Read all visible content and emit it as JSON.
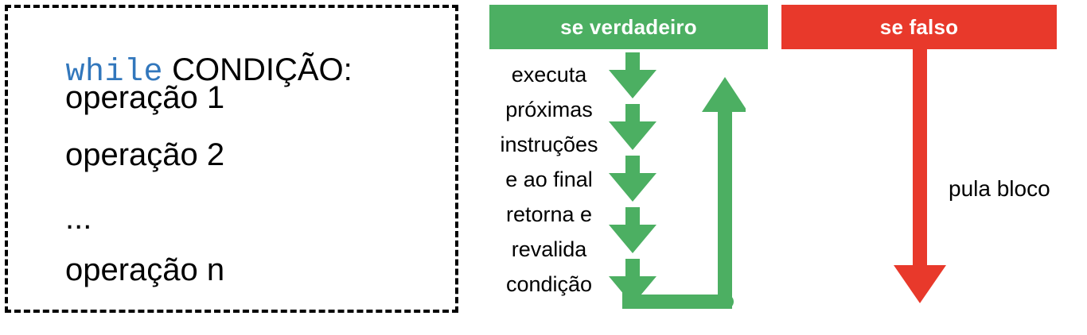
{
  "code_block": {
    "keyword": "while",
    "condition": " CONDIÇÃO:",
    "lines": [
      "operação 1",
      "operação 2",
      "...",
      "operação n"
    ],
    "keyword_color": "#3277BC",
    "border_style": "dashed-black"
  },
  "true_branch": {
    "header_label": "se verdadeiro",
    "header_color": "#4CAF62",
    "description_lines": [
      "executa",
      "próximas",
      "instruções",
      "e ao final",
      "retorna e",
      "revalida",
      "condição"
    ],
    "down_arrow_count": 5,
    "loop_back_arrow": "up-arrow"
  },
  "false_branch": {
    "header_label": "se falso",
    "header_color": "#E8392B",
    "skip_label": "pula bloco",
    "arrow": "down-arrow"
  }
}
